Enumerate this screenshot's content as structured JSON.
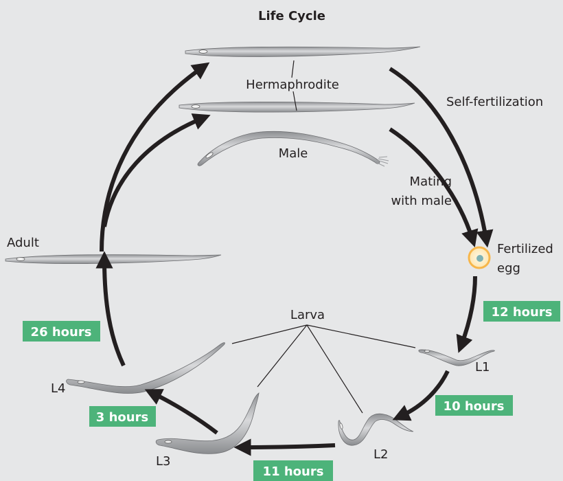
{
  "title": "Life Cycle",
  "labels": {
    "hermaphrodite": "Hermaphrodite",
    "male": "Male",
    "self_fertilization": "Self-fertilization",
    "mating_line1": "Mating",
    "mating_line2": "with male",
    "fertilized_line1": "Fertilized",
    "fertilized_line2": "egg",
    "adult": "Adult",
    "larva": "Larva",
    "l1": "L1",
    "l2": "L2",
    "l3": "L3",
    "l4": "L4"
  },
  "durations": {
    "egg_to_l1": "12 hours",
    "l1_to_l2": "10 hours",
    "l2_to_l3": "11 hours",
    "l3_to_l4": "3 hours",
    "l4_to_adult": "26 hours"
  },
  "colors": {
    "background": "#e6e7e8",
    "badge": "#4db37a",
    "arrow": "#231f20",
    "worm": "#a7a9ac",
    "egg": "#f7b64a"
  }
}
